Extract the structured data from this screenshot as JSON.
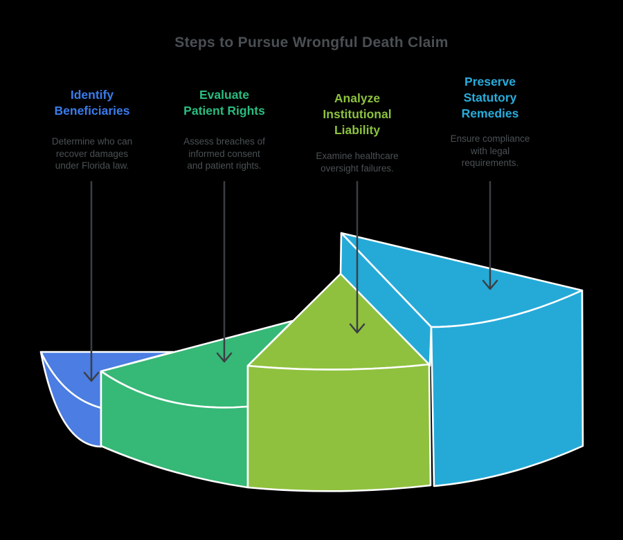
{
  "page": {
    "title": "Steps to Pursue Wrongful Death Claim"
  },
  "colors": {
    "background": "#000000",
    "page_title_text": "#4a4f53",
    "description_text": "#4b5154",
    "arrow": "#3b3f45",
    "slice_outline": "#ffffff",
    "step_accents": {
      "step1": "#3b7cec",
      "step2": "#2abc7f",
      "step3": "#8cc23f",
      "step4": "#29addc"
    }
  },
  "steps": [
    {
      "title": "Identify\nBeneficiaries",
      "description": "Determine who can\nrecover damages\nunder Florida law."
    },
    {
      "title": "Evaluate\nPatient Rights",
      "description": "Assess breaches of\ninformed consent\nand patient rights."
    },
    {
      "title": "Analyze\nInstitutional\nLiability",
      "description": "Examine healthcare\noversight failures."
    },
    {
      "title": "Preserve\nStatutory\nRemedies",
      "description": "Ensure compliance\nwith legal\nrequirements."
    }
  ],
  "chart": {
    "type": "3d-fan-pie",
    "segments": [
      {
        "step": 1,
        "label": "Identify Beneficiaries",
        "color": "#4b7de2",
        "position": "leftmost",
        "relative_height_rank": 1
      },
      {
        "step": 2,
        "label": "Evaluate Patient Rights",
        "color": "#36b876",
        "position": "center-left",
        "relative_height_rank": 2
      },
      {
        "step": 3,
        "label": "Analyze Institutional Liability",
        "color": "#8fc13e",
        "position": "center-right",
        "relative_height_rank": 3
      },
      {
        "step": 4,
        "label": "Preserve Statutory Remedies",
        "color": "#25aad8",
        "position": "rightmost",
        "relative_height_rank": 4
      }
    ]
  }
}
